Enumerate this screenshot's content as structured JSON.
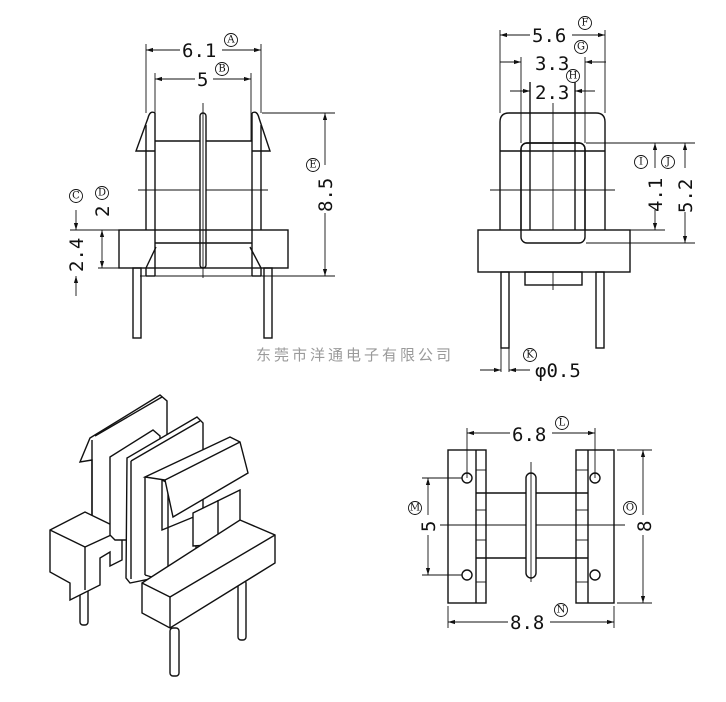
{
  "watermark": "东莞市洋通电子有限公司",
  "front_view": {
    "A": {
      "letter": "A",
      "value": "6.1"
    },
    "B": {
      "letter": "B",
      "value": "5"
    },
    "C": {
      "letter": "C",
      "value": "2.4"
    },
    "D": {
      "letter": "D",
      "value": "2"
    },
    "E": {
      "letter": "E",
      "value": "8.5"
    }
  },
  "side_view": {
    "F": {
      "letter": "F",
      "value": "5.6"
    },
    "G": {
      "letter": "G",
      "value": "3.3"
    },
    "H": {
      "letter": "H",
      "value": "2.3"
    },
    "I": {
      "letter": "I",
      "value": "4.1"
    },
    "J": {
      "letter": "J",
      "value": "5.2"
    },
    "K": {
      "letter": "K",
      "value": "φ0.5"
    }
  },
  "bottom_view": {
    "L": {
      "letter": "L",
      "value": "6.8"
    },
    "M": {
      "letter": "M",
      "value": "5"
    },
    "N": {
      "letter": "N",
      "value": "8.8"
    },
    "O": {
      "letter": "O",
      "value": "8"
    }
  }
}
